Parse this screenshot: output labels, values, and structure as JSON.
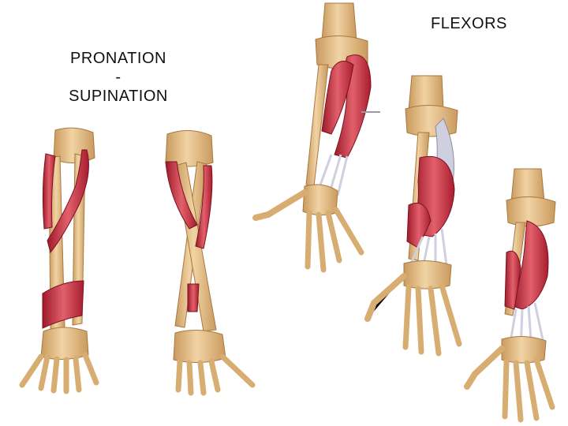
{
  "labels": {
    "flexors": "FLEXORS",
    "pronation": "PRONATION",
    "dash": "-",
    "supination": "SUPINATION"
  },
  "colors": {
    "bone": "#e9c48f",
    "bone_shade": "#c99a5e",
    "muscle": "#c8283a",
    "muscle_light": "#e2606c",
    "tendon": "#cfcfe0"
  },
  "panels": [
    {
      "name": "forearm-pronation-supination-left"
    },
    {
      "name": "forearm-pronation-supination-right"
    },
    {
      "name": "forearm-flexors-superficial"
    },
    {
      "name": "forearm-flexors-intermediate"
    },
    {
      "name": "forearm-flexors-deep"
    }
  ]
}
